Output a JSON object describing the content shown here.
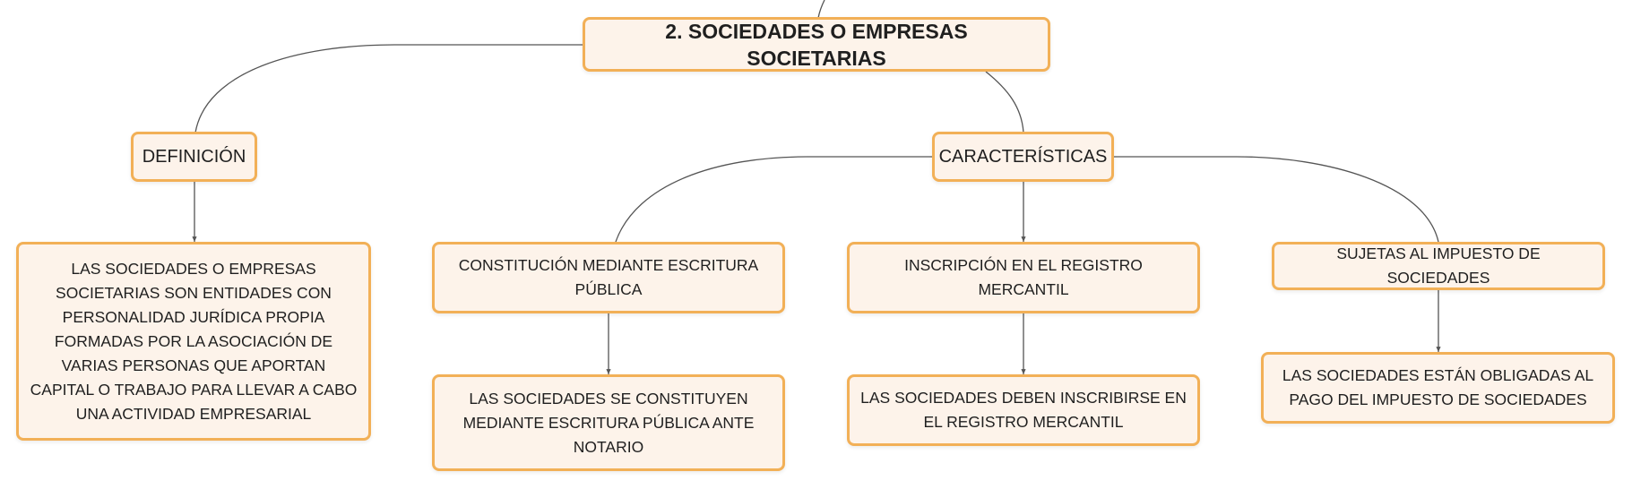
{
  "root": {
    "label": "2. SOCIEDADES O EMPRESAS SOCIETARIAS"
  },
  "definicion": {
    "label": "DEFINICIÓN",
    "text": "LAS SOCIEDADES O EMPRESAS SOCIETARIAS SON ENTIDADES CON PERSONALIDAD JURÍDICA PROPIA FORMADAS POR LA ASOCIACIÓN DE VARIAS PERSONAS QUE APORTAN CAPITAL O TRABAJO PARA LLEVAR A CABO UNA ACTIVIDAD EMPRESARIAL"
  },
  "caracteristicas": {
    "label": "CARACTERÍSTICAS",
    "items": [
      {
        "label": "CONSTITUCIÓN MEDIANTE ESCRITURA PÚBLICA",
        "detail": "LAS SOCIEDADES SE CONSTITUYEN MEDIANTE ESCRITURA PÚBLICA ANTE NOTARIO"
      },
      {
        "label": "INSCRIPCIÓN EN EL REGISTRO MERCANTIL",
        "detail": "LAS SOCIEDADES DEBEN INSCRIBIRSE EN EL REGISTRO MERCANTIL"
      },
      {
        "label": "SUJETAS AL IMPUESTO DE SOCIEDADES",
        "detail": "LAS SOCIEDADES ESTÁN OBLIGADAS AL PAGO DEL IMPUESTO DE SOCIEDADES"
      }
    ]
  },
  "colors": {
    "node_border": "#f2b057",
    "node_fill": "#fdf3ea",
    "connector": "#555555",
    "text": "#1f1f1f"
  }
}
